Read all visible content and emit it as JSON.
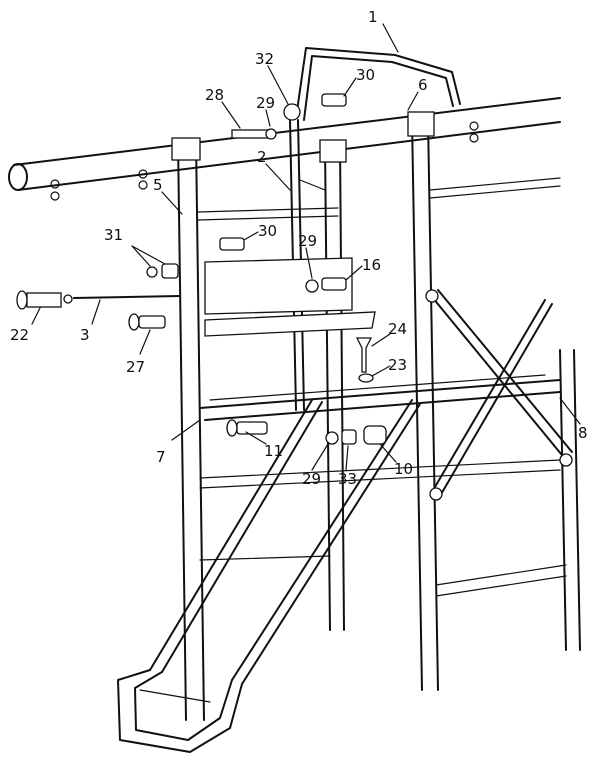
{
  "callouts": [
    {
      "id": "c1",
      "text": "1"
    },
    {
      "id": "c32",
      "text": "32"
    },
    {
      "id": "c30a",
      "text": "30"
    },
    {
      "id": "c6",
      "text": "6"
    },
    {
      "id": "c28",
      "text": "28"
    },
    {
      "id": "c29a",
      "text": "29"
    },
    {
      "id": "c2",
      "text": "2"
    },
    {
      "id": "c5",
      "text": "5"
    },
    {
      "id": "c31",
      "text": "31"
    },
    {
      "id": "c30b",
      "text": "30"
    },
    {
      "id": "c29b",
      "text": "29"
    },
    {
      "id": "c16",
      "text": "16"
    },
    {
      "id": "c22",
      "text": "22"
    },
    {
      "id": "c3",
      "text": "3"
    },
    {
      "id": "c27",
      "text": "27"
    },
    {
      "id": "c24",
      "text": "24"
    },
    {
      "id": "c23",
      "text": "23"
    },
    {
      "id": "c8",
      "text": "8"
    },
    {
      "id": "c7",
      "text": "7"
    },
    {
      "id": "c11",
      "text": "11"
    },
    {
      "id": "c29c",
      "text": "29"
    },
    {
      "id": "c33",
      "text": "33"
    },
    {
      "id": "c10",
      "text": "10"
    }
  ]
}
